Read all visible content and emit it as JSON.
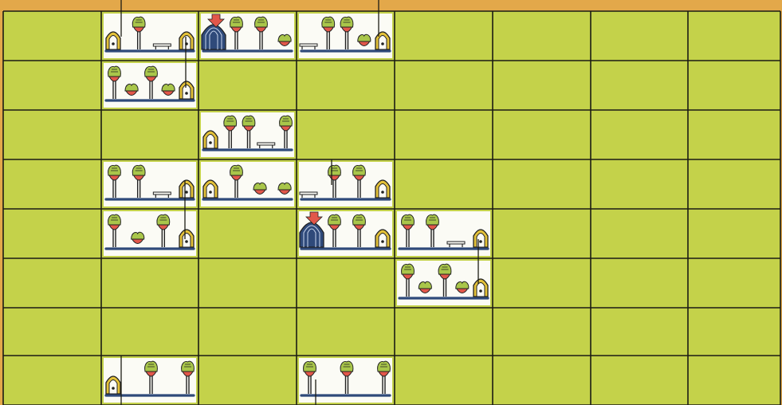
{
  "game": {
    "grid": {
      "columns": 8,
      "rows": 8
    },
    "colors": {
      "frame": "#e3a84a",
      "tile": "#c4d24a",
      "grid_lines": "#1b1b14",
      "room_background": "#fbfbf5",
      "floor": "#2f4a7a",
      "pot": "#e2574a",
      "foliage": "#a9c64a",
      "arrow_marker": "#e2574a",
      "doorway": "#e4c23a"
    },
    "rooms": [
      {
        "col": 1,
        "row": 0,
        "items": [
          "arch-door",
          "tree",
          "bench",
          "arch-door"
        ]
      },
      {
        "col": 2,
        "row": 0,
        "items": [
          "cave-entrance",
          "tree",
          "tree",
          "potted-shrub"
        ],
        "marker": "entry-arrow"
      },
      {
        "col": 3,
        "row": 0,
        "items": [
          "bench",
          "tree",
          "tree",
          "potted-shrub",
          "arch-door"
        ]
      },
      {
        "col": 1,
        "row": 1,
        "items": [
          "tree",
          "potted-shrub",
          "tree",
          "potted-shrub",
          "arch-door"
        ]
      },
      {
        "col": 2,
        "row": 2,
        "items": [
          "arch-door",
          "tree",
          "tree",
          "bench",
          "tree"
        ]
      },
      {
        "col": 1,
        "row": 3,
        "items": [
          "tree",
          "tree",
          "bench",
          "arch-door"
        ]
      },
      {
        "col": 2,
        "row": 3,
        "items": [
          "arch-door",
          "tree",
          "potted-shrub",
          "potted-shrub"
        ]
      },
      {
        "col": 3,
        "row": 3,
        "items": [
          "bench",
          "tree",
          "tree",
          "arch-door"
        ]
      },
      {
        "col": 1,
        "row": 4,
        "items": [
          "tree",
          "potted-shrub",
          "tree",
          "arch-door"
        ]
      },
      {
        "col": 3,
        "row": 4,
        "items": [
          "cave-entrance",
          "tree",
          "tree",
          "arch-door"
        ],
        "marker": "entry-arrow"
      },
      {
        "col": 4,
        "row": 4,
        "items": [
          "tree",
          "tree",
          "bench",
          "arch-door"
        ]
      },
      {
        "col": 4,
        "row": 5,
        "items": [
          "tree",
          "potted-shrub",
          "tree",
          "potted-shrub",
          "arch-door"
        ]
      },
      {
        "col": 1,
        "row": 7,
        "items": [
          "arch-door",
          "tree",
          "tree"
        ]
      },
      {
        "col": 3,
        "row": 7,
        "items": [
          "tree",
          "tree",
          "tree"
        ]
      }
    ]
  }
}
